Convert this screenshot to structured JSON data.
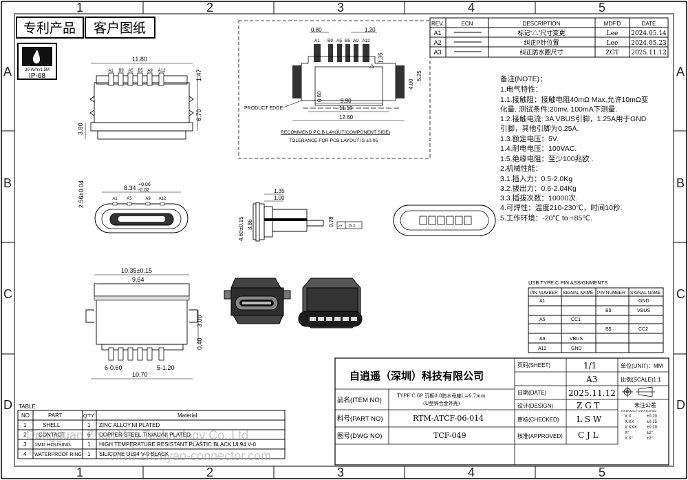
{
  "frame": {
    "columns": [
      "1",
      "2",
      "3",
      "4",
      "5"
    ],
    "rows": [
      "A",
      "B",
      "C",
      "D"
    ]
  },
  "stamps": {
    "patent": "专利产品",
    "customer": "客户图纸"
  },
  "badge": {
    "small": "30 W/m/1.5M",
    "label": "IP-68"
  },
  "revision_table": {
    "headers": [
      "REV.",
      "ECN",
      "DESCRIPTION",
      "MDF'D",
      "DATE"
    ],
    "rows": [
      {
        "rev": "A1",
        "desc": "标记“△”尺寸变更",
        "mdf": "Lee",
        "date": "2024.05.14"
      },
      {
        "rev": "A2",
        "desc": "纠正P针位置",
        "mdf": "Lee",
        "date": "2024.05.23"
      },
      {
        "rev": "A3",
        "desc": "纠正防水圈尺寸",
        "mdf": "ZGT",
        "date": "2025.11.12"
      }
    ]
  },
  "notes": [
    "备注(NOTE)：",
    "1.电气特性：",
    "1.1.接触阻：接触电阻40mΩ Max,允许10mΩ变",
    "      化量. 测试条件:20mv, 100mA下测量.",
    "1.2.接触电流: 3A VBUS引脚，1.25A用于GND",
    "      引脚，其他引脚为0.25A.",
    "1.3.额定电压：5V.",
    "1.4.耐电电压：100VAC.",
    "1.5.绝缘电阻：至少100兆欧 .",
    "2.机械性能：",
    "3.1.插入力：0.5-2.0Kg",
    "3.2.拔出力：0.6-2.04Kg",
    "3.3.插拔次数：10000次.",
    "4.可焊性：温度210-230℃，时间10秒.",
    "5.工作环境：-20℃ to +85℃."
  ],
  "pcb_layout": {
    "dims": {
      "pitch1": "0.80",
      "pitch2": "1.20",
      "h1": "1.35",
      "h2": "5.25",
      "h3": "4.00",
      "w1": "0.60",
      "w2": "9.90",
      "w3": "11.10",
      "w4": "12.60"
    },
    "pins": [
      "A1",
      "B9",
      "A5",
      "B5",
      "A9",
      "A12"
    ],
    "product_edge": "PRODUCT EDGE",
    "title": "RECOMMEND P.C.B LAYOUT(COMPONENT SIDE)",
    "tolerance": "TOLERANCE FOR PCB LAYOUT IS ±0.05"
  },
  "top_view": {
    "w": "11.80",
    "h1": "1.47",
    "h2": "6.70",
    "h3": "3.80",
    "pins": [
      "A1",
      "B9",
      "A5",
      "B5",
      "A9",
      "A12"
    ]
  },
  "front_view": {
    "w": "8.34",
    "w_tol_up": "+0.06",
    "w_tol_dn": "-0.02",
    "h": "2.56±0.04",
    "pins": [
      "A1",
      "A5",
      "A9",
      "A12"
    ]
  },
  "side_view": {
    "d1": "1.35",
    "d2": "1.00",
    "h1": "4.60±0.15",
    "h2": "3.86",
    "t": "0.78",
    "flat": "0.1"
  },
  "bottom_view": {
    "w1": "10.35±0.15",
    "w2": "9.64",
    "w3": "10.70",
    "h1": "3.00",
    "h2": "0.40",
    "p1": "6-0.60",
    "p2": "5-1.20"
  },
  "pin_table": {
    "title": "USB TYPE C PIN ASSIGNMENTS",
    "headers": [
      "PIN NUMBER",
      "SIGNAL NAME",
      "PIN NUMBER",
      "SIGNAL NAME"
    ],
    "rows": [
      [
        "A1",
        "",
        "",
        "GND"
      ],
      [
        "",
        "",
        "B9",
        "VBUS"
      ],
      [
        "A5",
        "CC1",
        "",
        ""
      ],
      [
        "",
        "",
        "B5",
        "CC2"
      ],
      [
        "A9",
        "VBUS",
        "",
        ""
      ],
      [
        "A12",
        "GND",
        "",
        ""
      ]
    ]
  },
  "bom": {
    "title": "TABLE:",
    "headers": [
      "NO",
      "PART",
      "Q'TY",
      "Material"
    ],
    "rows": [
      [
        "1",
        "SHELL",
        "1",
        "ZINC ALLOY,NI PLATED"
      ],
      [
        "2",
        "CONTACT",
        "6",
        "COPPER STEEL,TIN/AU/NI PLATED"
      ],
      [
        "3",
        "1MD HOUSING",
        "1",
        "HIGH TEMPERATURE RESISTANT PLASTIC BLACK UL94 V-0"
      ],
      [
        "4",
        "WATERPROOF RING",
        "1",
        "SILICONE UL94 V-0 BLACK"
      ]
    ]
  },
  "watermark": {
    "line1": "Dongguan Zhen Yao Technology Co.,Ltd",
    "line2": "www.zhenyao-connector.com"
  },
  "title_block": {
    "company": "自逍遥（深圳）科技有限公司",
    "sheet_label": "页码(SHEET)",
    "sheet_value": "1/1",
    "unit_label": "单位(UNIT)：MM",
    "size_value": "A3",
    "scale_label": "比例(SCALE)1:1",
    "date_label": "日期(DATE)",
    "date_value": "2025.11.12",
    "item_label": "品名(ITEM NO)",
    "item_value1": "TYPE C 6P 沉板0.8防水母座L=6.7mm",
    "item_value2": "(U型锌合金外壳)",
    "part_label": "料号(PART NO)",
    "part_value": "RTM-ATCF-06-014",
    "dwg_label": "图号(DWG NO)",
    "dwg_value": "TCF-049",
    "design_label": "设计(DESIGN)",
    "design_value": "Z G T",
    "checked_label": "审核(CHECKED)",
    "checked_value": "L S W",
    "approved_label": "核准(APPROVED)",
    "approved_value": "C J L",
    "tol_title": "未注公差",
    "tol_sub": "TOLERANCE UNSPECIFIED",
    "tolerances": [
      [
        "X.X",
        "±0.20"
      ],
      [
        "X.XX",
        "±0.15"
      ],
      [
        "X.XXX",
        "±0.10"
      ],
      [
        "X°",
        "±2°"
      ],
      [
        "X.X°",
        "±2°"
      ]
    ]
  }
}
